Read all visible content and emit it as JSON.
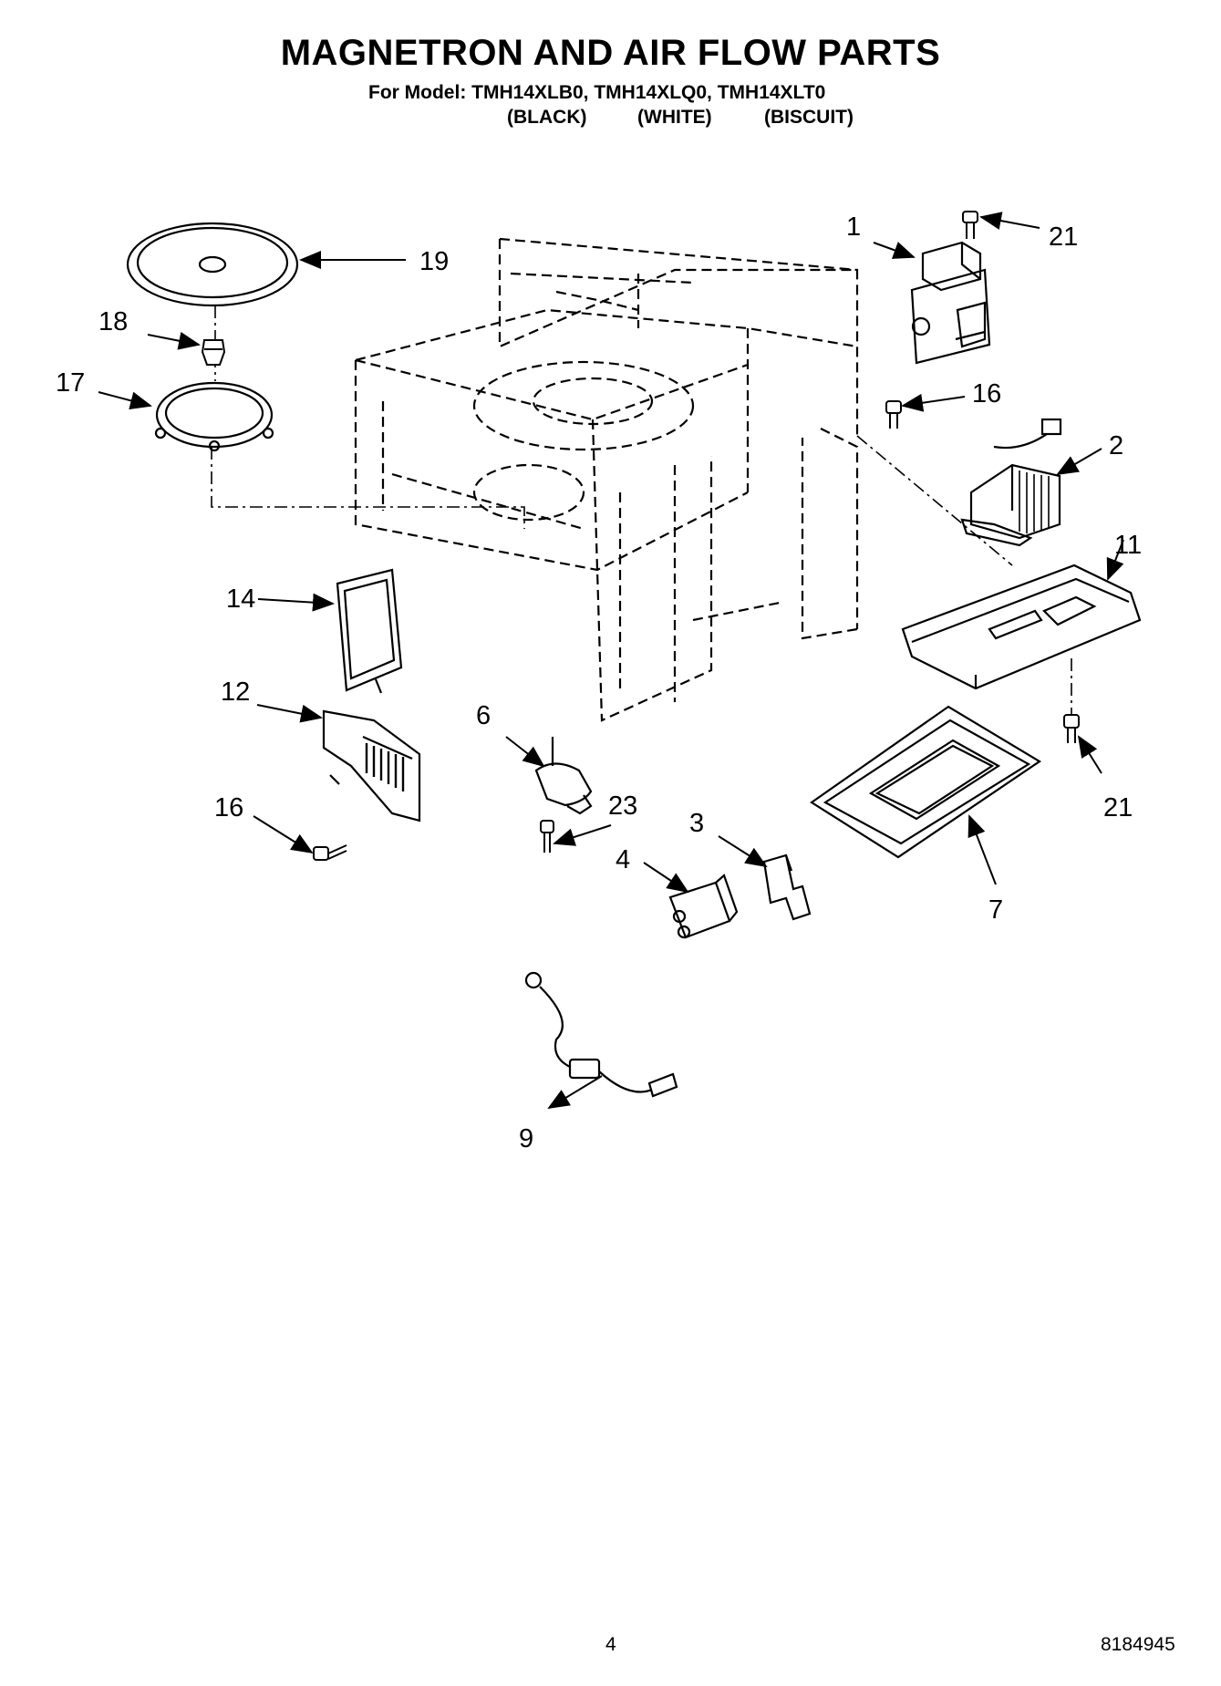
{
  "header": {
    "title": "MAGNETRON AND AIR FLOW PARTS",
    "model_line": "For Model: TMH14XLB0, TMH14XLQ0, TMH14XLT0",
    "colors": [
      "(BLACK)",
      "(WHITE)",
      "(BISCUIT)"
    ]
  },
  "callouts": {
    "c1": "1",
    "c2": "2",
    "c3": "3",
    "c4": "4",
    "c6": "6",
    "c7": "7",
    "c9": "9",
    "c11": "11",
    "c12": "12",
    "c14": "14",
    "c16_left": "16",
    "c16_right": "16",
    "c17": "17",
    "c18": "18",
    "c19": "19",
    "c21_top": "21",
    "c21_bottom": "21",
    "c23": "23"
  },
  "footer": {
    "page_number": "4",
    "doc_number": "8184945"
  }
}
